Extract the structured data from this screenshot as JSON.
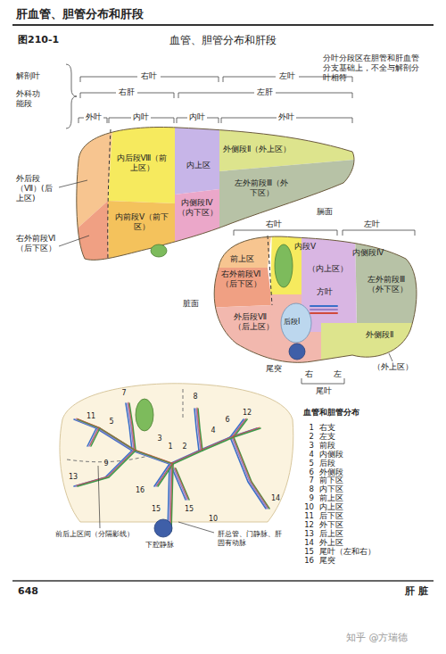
{
  "diagram": {
    "title": "血管、胆管分布和肝段",
    "labels": [
      "肝血管、胆管分布和肝段",
      "图210-1",
      "解剖叶",
      "右叶",
      "左叶",
      "外科功能段",
      "右肝",
      "左肝",
      "外叶",
      "内叶",
      "内叶",
      "外叶",
      "分叶分段区在胆管和肝血管分支基础上，不全与解剖分叶相符",
      "外侧段Ⅱ（外上区）",
      "内上区",
      "内后段Ⅷ（前上区）",
      "左外前段Ⅲ（外下区）",
      "内侧段Ⅳ（内下区）",
      "内前段Ⅴ（前下区）",
      "外后段（Ⅶ）(后上区)",
      "右外前段Ⅵ（后下区）",
      "膈面",
      "右叶",
      "左叶",
      "内段Ⅴ",
      "内侧段Ⅳ",
      "前上区",
      "右外前段Ⅵ（后下区）",
      "（内上区）",
      "方叶",
      "左外前段Ⅲ（外下区）",
      "脏面",
      "外后段Ⅶ（后上区）",
      "后段Ⅰ",
      "外侧段Ⅱ",
      "（外上区）",
      "尾突",
      "右",
      "左",
      "尾叶",
      "11",
      "7",
      "8",
      "5",
      "3",
      "1",
      "2",
      "4",
      "6",
      "12",
      "13",
      "9",
      "16",
      "15",
      "15",
      "10",
      "14",
      "前后上区间（分隔影线）",
      "下腔静脉",
      "肝总管、门静脉、肝固有动脉",
      "血管和胆管分布",
      "1",
      "右支",
      "2",
      "左支",
      "3",
      "前段",
      "4",
      "内侧段",
      "5",
      "后段",
      "6",
      "外侧段",
      "7",
      "前下区",
      "8",
      "内下区",
      "9",
      "前上区",
      "10",
      "内上区",
      "11",
      "后下区",
      "12",
      "外下区",
      "13",
      "后上区",
      "14",
      "外上区",
      "15",
      "尾叶（左和右）",
      "16",
      "尾突",
      "648",
      "肝 脏",
      "知乎 @方瑞德"
    ]
  }
}
